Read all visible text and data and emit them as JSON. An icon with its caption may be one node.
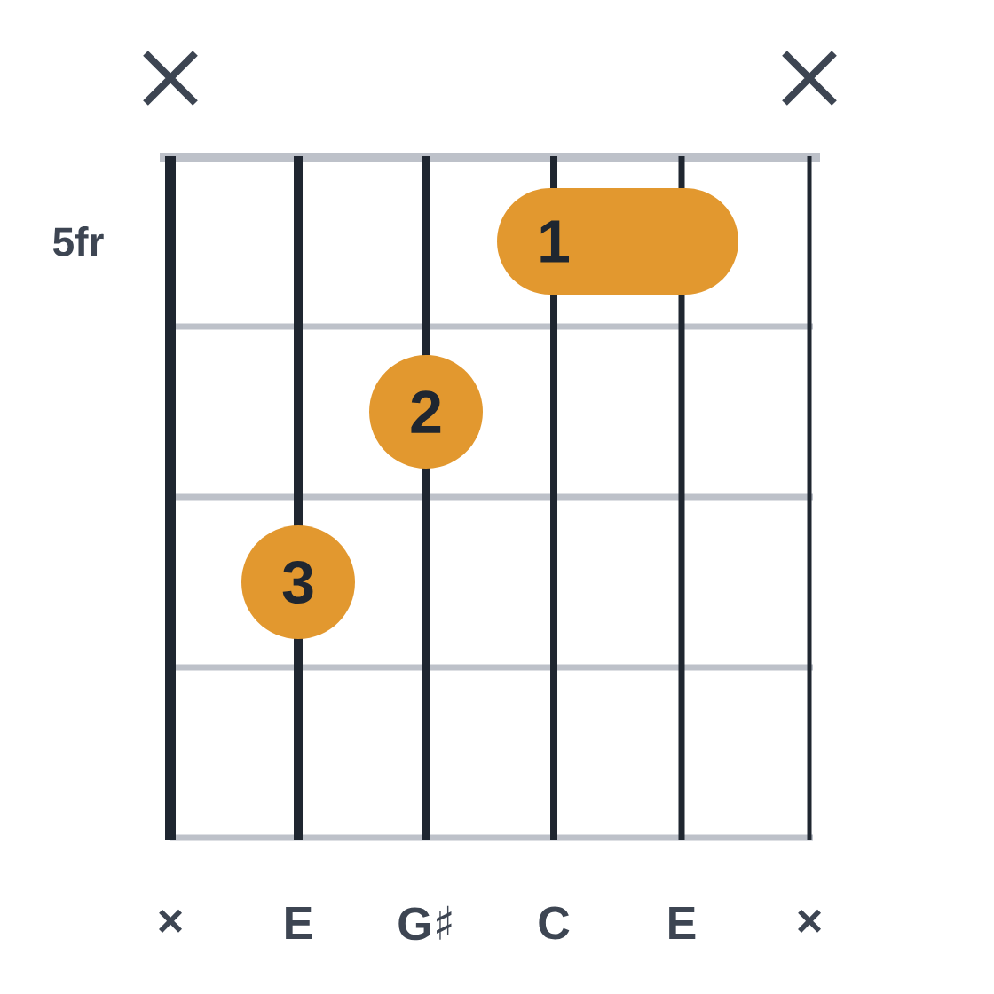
{
  "diagram": {
    "nodes": [
      {
        "text": [
          "1"
        ]
      },
      {
        "text": [
          "2"
        ]
      },
      {
        "text": [
          "3"
        ]
      }
    ],
    "labels": [
      "5fr",
      "×",
      "E",
      "G♯",
      "C",
      "E",
      "×"
    ]
  }
}
